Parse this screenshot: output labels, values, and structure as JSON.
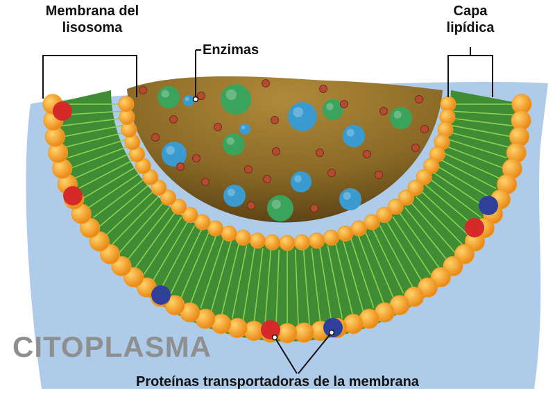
{
  "labels": {
    "membrane_line1": "Membrana del",
    "membrane_line2": "lisosoma",
    "enzymes": "Enzimas",
    "lipid_line1": "Capa",
    "lipid_line2": "lipídica",
    "cytoplasm": "CITOPLASMA",
    "transport_proteins": "Proteínas transportadoras de la membrana"
  },
  "colors": {
    "cytoplasm": "#aecbea",
    "lumen": "#7a5a1e",
    "lipid_tails": "#3f8c35",
    "lipid_heads": "#f39a1f",
    "enzyme_green": "#3aa35c",
    "enzyme_blue": "#3a9bd0",
    "enzyme_red": "#b34a32",
    "protein_red": "#d62a2a",
    "protein_blue": "#2f3f9a"
  }
}
